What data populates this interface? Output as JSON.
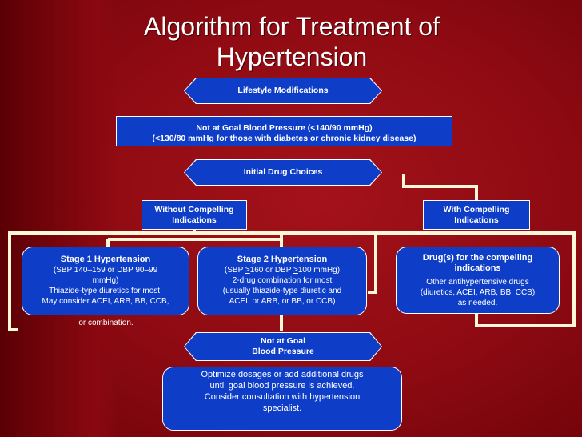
{
  "title": {
    "line1": "Algorithm for Treatment of",
    "line2": "Hypertension"
  },
  "lifestyle": "Lifestyle Modifications",
  "not_at_goal": {
    "line1": "Not at Goal Blood Pressure (<140/90 mmHg)",
    "line2": "(<130/80 mmHg for those with diabetes or chronic kidney disease)"
  },
  "initial_drug": "Initial Drug Choices",
  "without_compelling": {
    "line1": "Without Compelling",
    "line2": "Indications"
  },
  "with_compelling": {
    "line1": "With Compelling",
    "line2": "Indications"
  },
  "stage1": {
    "heading": "Stage 1 Hypertension",
    "line1": "(SBP 140–159 or DBP 90–99",
    "line2": "mmHg)",
    "line3": "Thiazide-type diuretics for most.",
    "line4": "May consider ACEI, ARB, BB, CCB,",
    "line5": "or combination."
  },
  "stage2": {
    "heading": "Stage 2 Hypertension",
    "line1_pre": "(SBP ",
    "line1_a": ">",
    "line1_mid": "160 or DBP ",
    "line1_b": ">",
    "line1_post": "100 mmHg)",
    "line2": "2-drug combination for most",
    "line3": "(usually thiazide-type diuretic and",
    "line4": "ACEI, or ARB, or BB, or CCB)"
  },
  "compelling_drugs": {
    "heading1": "Drug(s) for the compelling",
    "heading2": "indications",
    "line1": "Other antihypertensive drugs",
    "line2": "(diuretics, ACEI, ARB, BB, CCB)",
    "line3": "as needed."
  },
  "not_at_goal2": {
    "line1": "Not at Goal",
    "line2": "Blood Pressure"
  },
  "optimize": {
    "line1": "Optimize dosages or add additional drugs",
    "line2": "until goal blood pressure is achieved.",
    "line3": "Consider consultation with hypertension",
    "line4": "specialist."
  },
  "colors": {
    "background": "#8e0a12",
    "box": "#0e3dc8",
    "connector": "#fff8d8"
  }
}
